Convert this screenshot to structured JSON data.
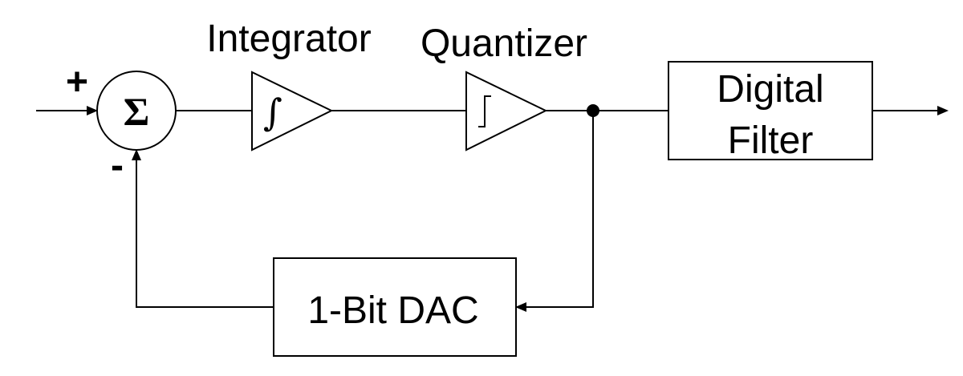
{
  "labels": {
    "integrator": "Integrator",
    "quantizer": "Quantizer",
    "digital_filter_line1": "Digital",
    "digital_filter_line2": "Filter",
    "dac": "1-Bit DAC"
  },
  "summer": {
    "symbol": "Σ",
    "plus": "+",
    "minus": "-"
  },
  "integrator_symbol": "∫"
}
